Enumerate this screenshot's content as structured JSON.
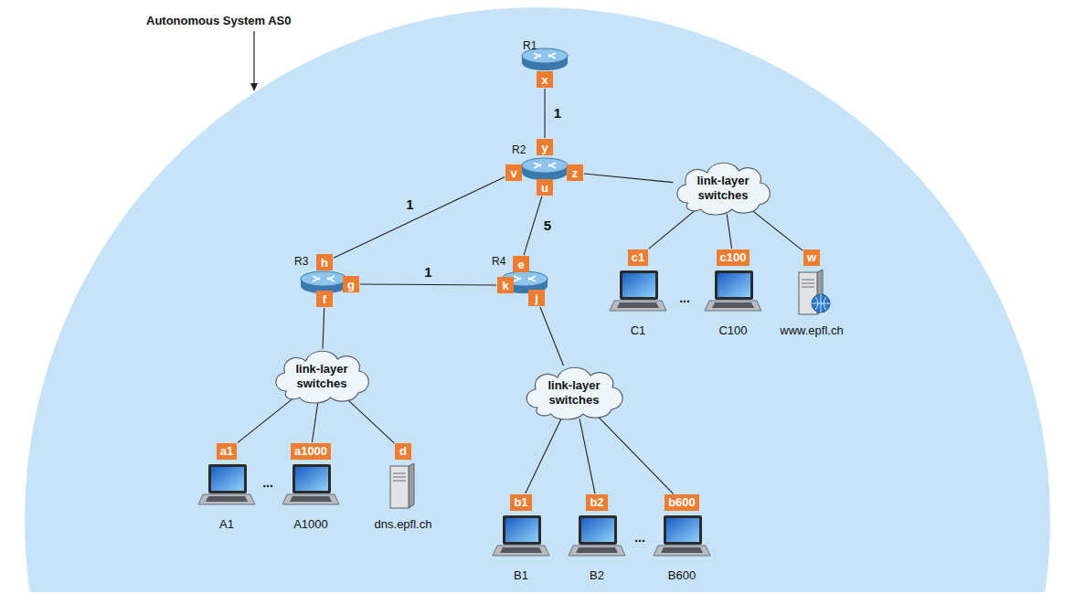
{
  "diagram": {
    "nodes": [
      {
        "text": [
          "Autonomous System AS0"
        ]
      },
      {
        "text": [
          "R1"
        ],
        "in": 0
      },
      {
        "text": [
          "x"
        ],
        "in": 1
      },
      {
        "text": [
          "R2"
        ],
        "in": 0
      },
      {
        "text": [
          "y"
        ],
        "in": 3
      },
      {
        "text": [
          "v"
        ],
        "in": 3
      },
      {
        "text": [
          "z"
        ],
        "in": 3
      },
      {
        "text": [
          "u"
        ],
        "in": 3
      },
      {
        "text": [
          "R3"
        ],
        "in": 0
      },
      {
        "text": [
          "h"
        ],
        "in": 8
      },
      {
        "text": [
          "g"
        ],
        "in": 8
      },
      {
        "text": [
          "f"
        ],
        "in": 8
      },
      {
        "text": [
          "R4"
        ],
        "in": 0
      },
      {
        "text": [
          "e"
        ],
        "in": 12
      },
      {
        "text": [
          "k"
        ],
        "in": 12
      },
      {
        "text": [
          "j"
        ],
        "in": 12
      },
      {
        "text": [
          "link-layer switches"
        ],
        "in": 0
      },
      {
        "text": [
          "c1",
          "C1"
        ],
        "in": 0
      },
      {
        "text": [
          "c100",
          "C100"
        ],
        "in": 0
      },
      {
        "text": [
          "w",
          "www.epfl.ch"
        ],
        "in": 0
      },
      {
        "text": [
          "link-layer switches"
        ],
        "in": 0
      },
      {
        "text": [
          "a1",
          "A1"
        ],
        "in": 0
      },
      {
        "text": [
          "a1000",
          "A1000"
        ],
        "in": 0
      },
      {
        "text": [
          "d",
          "dns.epfl.ch"
        ],
        "in": 0
      },
      {
        "text": [
          "link-layer switches"
        ],
        "in": 0
      },
      {
        "text": [
          "b1",
          "B1"
        ],
        "in": 0
      },
      {
        "text": [
          "b2",
          "B2"
        ],
        "in": 0
      },
      {
        "text": [
          "b600",
          "B600"
        ],
        "in": 0
      }
    ],
    "edges": [
      {
        "from": 2,
        "to": 4,
        "label": "1",
        "arrow": "none"
      },
      {
        "from": 5,
        "to": 9,
        "label": "1",
        "arrow": "none"
      },
      {
        "from": 7,
        "to": 13,
        "label": "5",
        "arrow": "none"
      },
      {
        "from": 10,
        "to": 14,
        "label": "1",
        "arrow": "none"
      },
      {
        "from": 6,
        "to": 16,
        "arrow": "none"
      },
      {
        "from": 16,
        "to": 17,
        "arrow": "none"
      },
      {
        "from": 16,
        "to": 18,
        "arrow": "none"
      },
      {
        "from": 16,
        "to": 19,
        "arrow": "none"
      },
      {
        "from": 11,
        "to": 20,
        "arrow": "none"
      },
      {
        "from": 20,
        "to": 21,
        "arrow": "none"
      },
      {
        "from": 20,
        "to": 22,
        "arrow": "none"
      },
      {
        "from": 20,
        "to": 23,
        "arrow": "none"
      },
      {
        "from": 15,
        "to": 24,
        "arrow": "none"
      },
      {
        "from": 24,
        "to": 25,
        "arrow": "none"
      },
      {
        "from": 24,
        "to": 26,
        "arrow": "none"
      },
      {
        "from": 24,
        "to": 27,
        "arrow": "none"
      }
    ],
    "labels": [
      "...",
      "...",
      "..."
    ]
  }
}
